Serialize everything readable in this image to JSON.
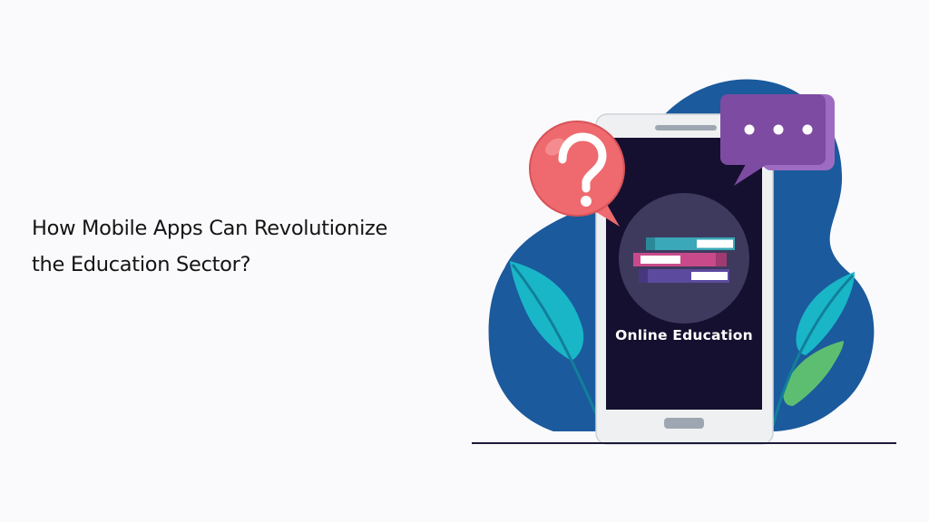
{
  "headline": {
    "line1": "How Mobile Apps Can Revolutionize",
    "line2": "the Education Sector?"
  },
  "phone": {
    "screen_label": "Online Education"
  },
  "icons": {
    "question_bubble": "question-mark-icon",
    "chat_bubble": "chat-dots-icon",
    "books": "book-stack-icon",
    "leaves": "leaf-icon"
  },
  "colors": {
    "background": "#fafafc",
    "blob": "#1b5a9c",
    "phone_body": "#eef0f2",
    "phone_screen": "#15102f",
    "screen_circle": "#3e3a5e",
    "question_bubble": "#ee6a6e",
    "chat_bubble": "#7d4ba2",
    "leaf_teal": "#19b6c8",
    "leaf_green": "#5dbe72",
    "ground_line": "#1c1a3a",
    "text": "#141414"
  }
}
